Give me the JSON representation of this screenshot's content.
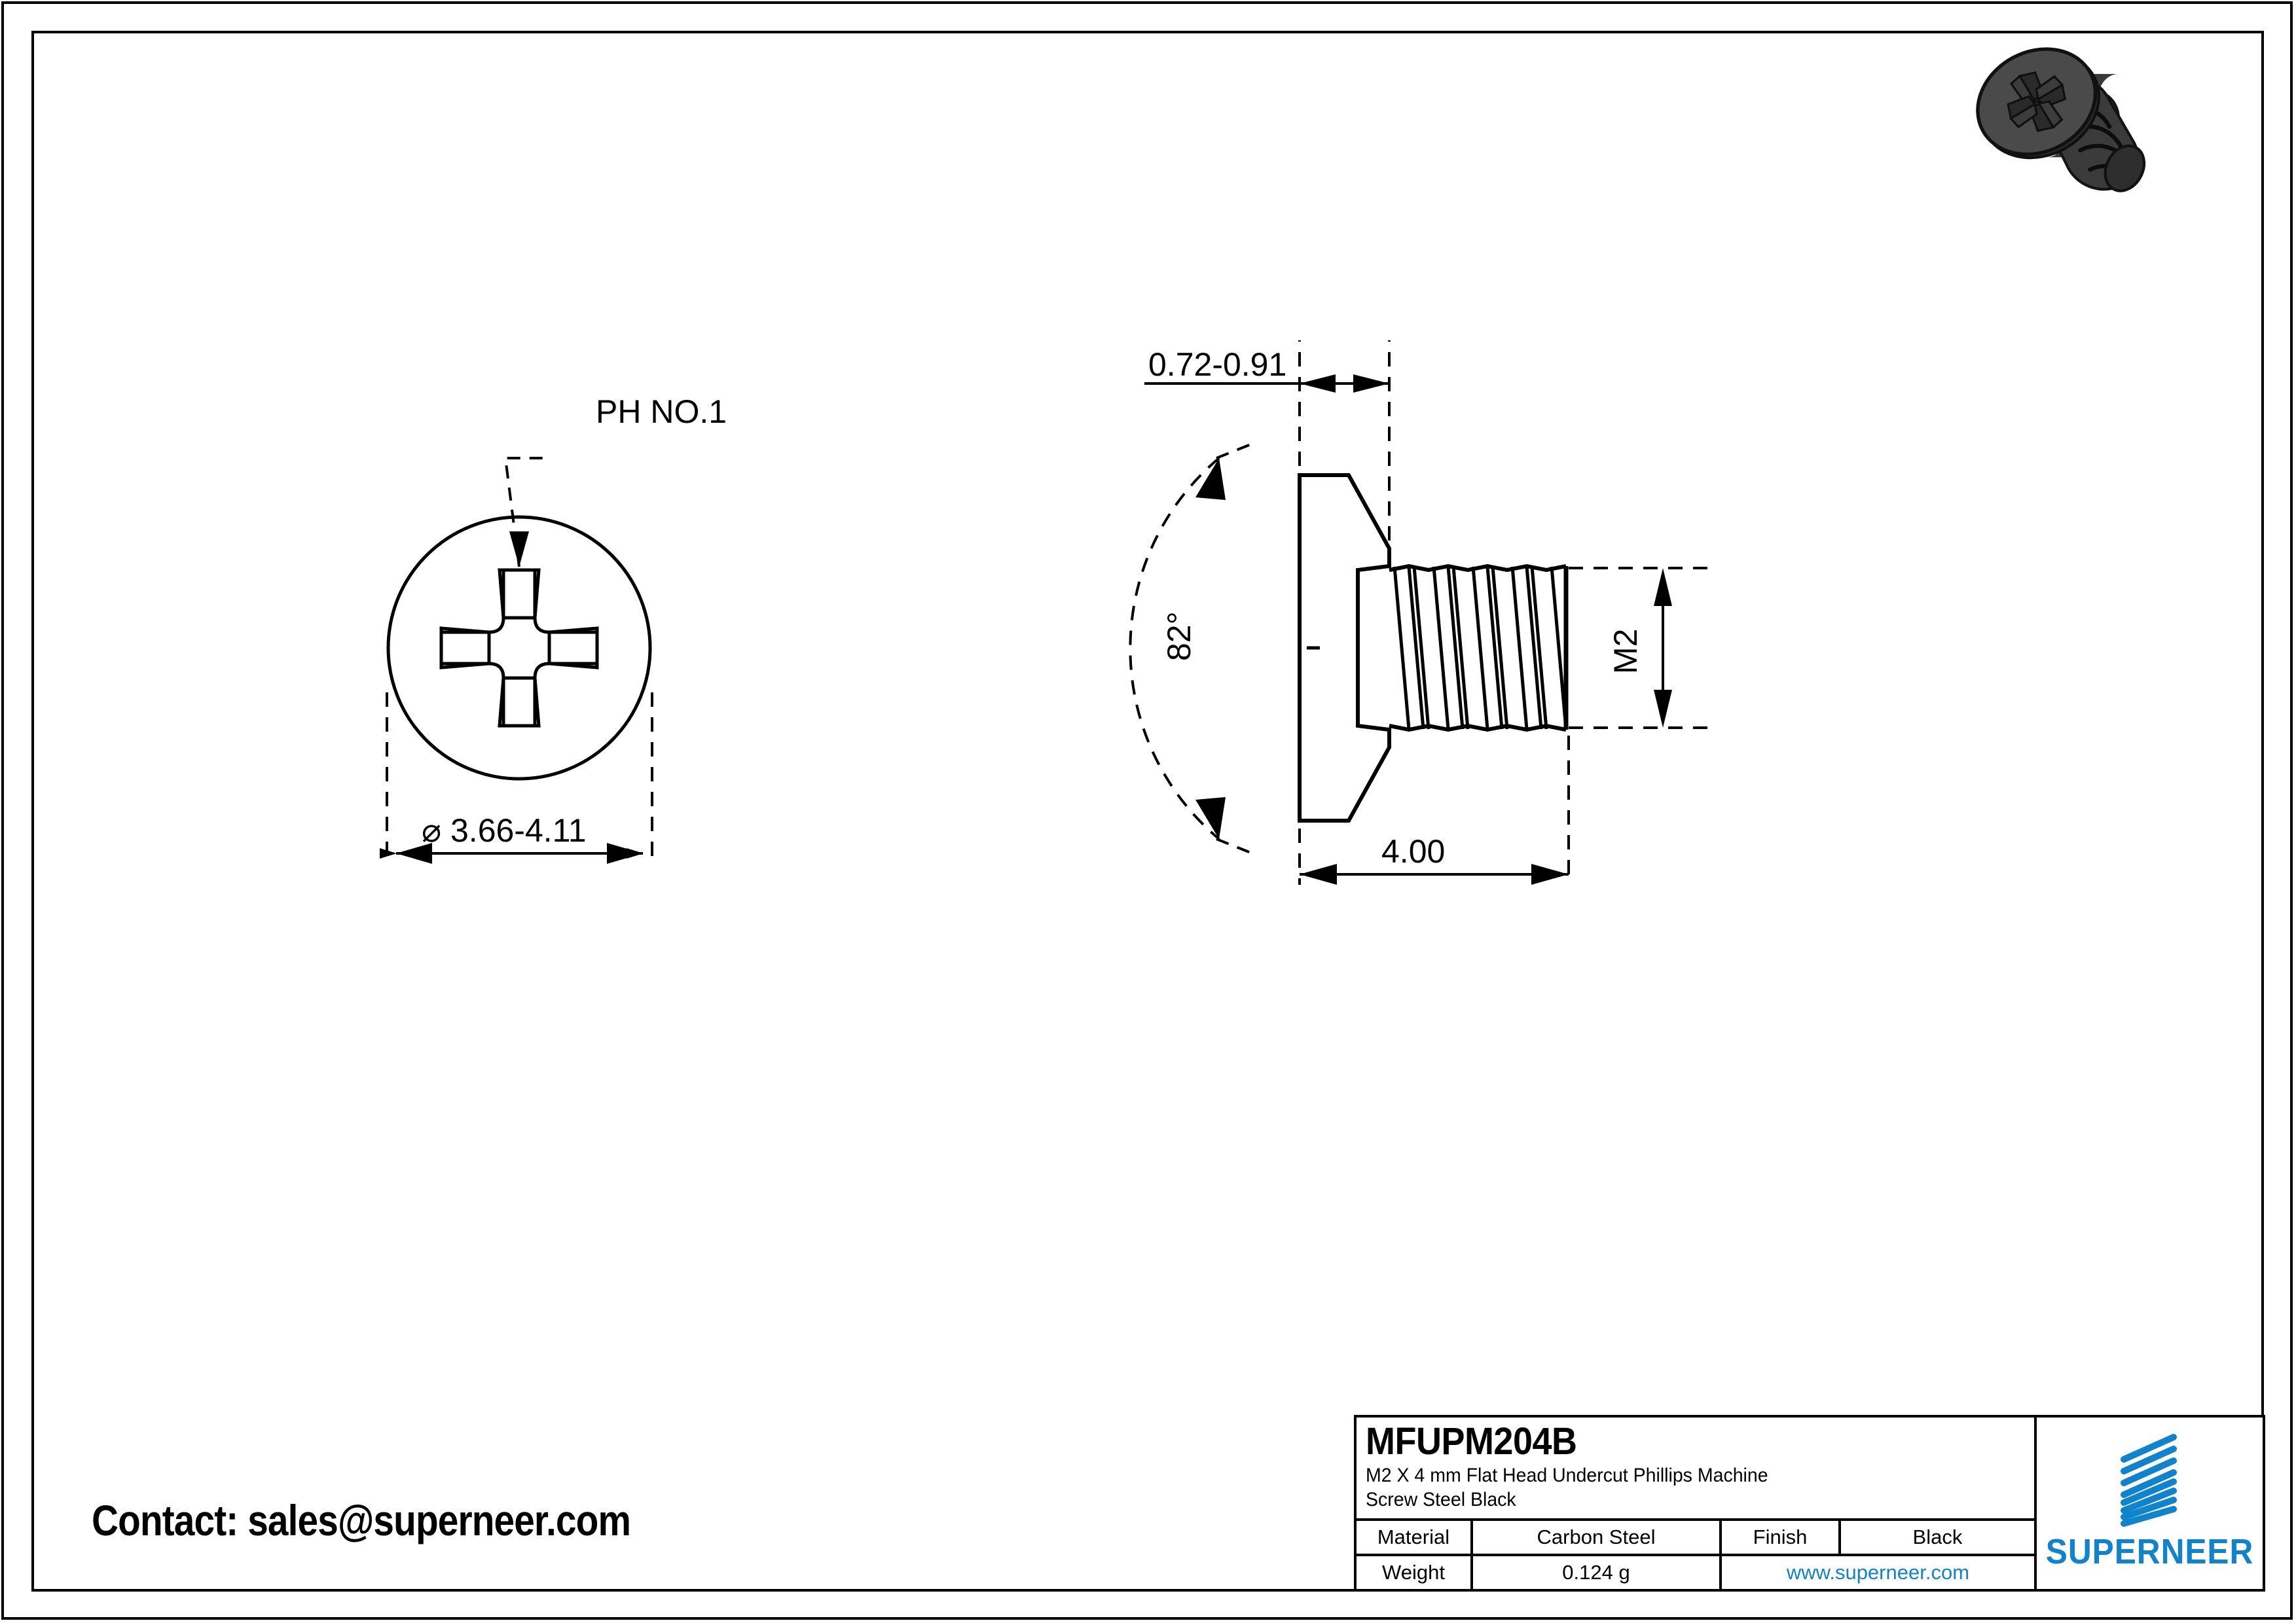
{
  "document": {
    "type": "engineering-drawing",
    "background": "#ffffff",
    "line_color": "#000000",
    "accent_color": "#1183cc"
  },
  "contact": {
    "text": "Contact: sales@superneer.com"
  },
  "front_view": {
    "callout_label": "PH NO.1",
    "diameter_dimension": "⌀ 3.66-4.11",
    "description": "Head-on view of flat countersunk head showing Phillips cross recess"
  },
  "side_view": {
    "head_height_dimension": "0.72-0.91",
    "angle_dimension": "82°",
    "thread_dimension": "M2",
    "length_dimension": "4.00",
    "description": "Side section view of flat head undercut Phillips machine screw"
  },
  "iso_render": {
    "alt": "3D rendering of black flat head Phillips machine screw",
    "head_color": "#4a4a4a",
    "shadow_color": "#2a2a2a",
    "outline_color": "#111111"
  },
  "title_block": {
    "part_number": "MFUPM204B",
    "description_line1": "M2 X 4 mm  Flat Head Undercut Phillips Machine",
    "description_line2": "Screw Steel Black",
    "rows": [
      {
        "label": "Material",
        "value": "Carbon Steel",
        "label2": "Finish",
        "value2": "Black"
      },
      {
        "label": "Weight",
        "value": "0.124 g",
        "url": "www.superneer.com"
      }
    ],
    "fields": {
      "material_label": "Material",
      "material_value": "Carbon Steel",
      "finish_label": "Finish",
      "finish_value": "Black",
      "weight_label": "Weight",
      "weight_value": "0.124 g",
      "website": "www.superneer.com"
    },
    "logo": {
      "wordmark": "SUPERNEER",
      "color": "#1183cc",
      "stripe_count": 8
    }
  }
}
